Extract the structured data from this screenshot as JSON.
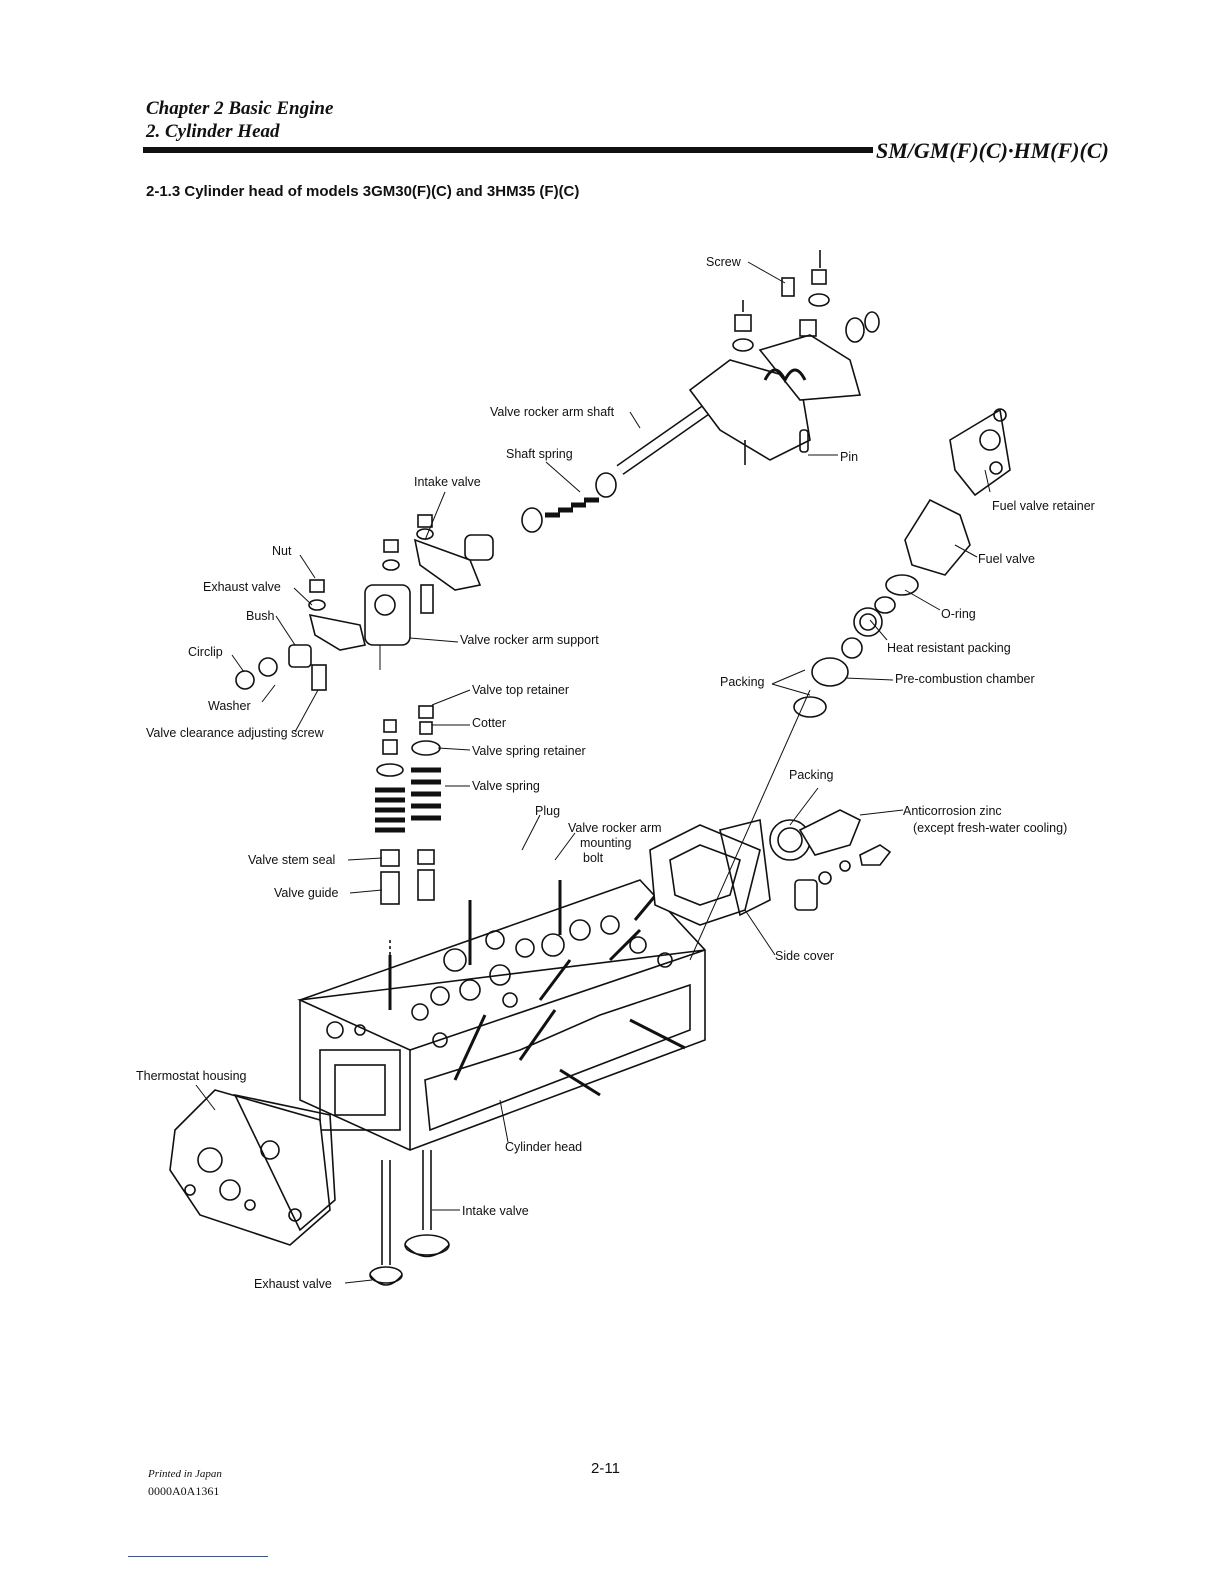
{
  "header": {
    "chapter": "Chapter 2 Basic Engine",
    "section": "2. Cylinder Head",
    "models": "SM/GM(F)(C)·HM(F)(C)"
  },
  "heading": "2-1.3 Cylinder head of models 3GM30(F)(C) and 3HM35 (F)(C)",
  "labels": {
    "screw": "Screw",
    "rocker_shaft": "Valve rocker arm shaft",
    "shaft_spring": "Shaft spring",
    "pin": "Pin",
    "intake_valve_top": "Intake valve",
    "nut": "Nut",
    "exhaust_valve_top": "Exhaust valve",
    "bush": "Bush",
    "circlip": "Circlip",
    "washer": "Washer",
    "adjusting_screw": "Valve clearance adjusting screw",
    "rocker_support": "Valve rocker arm support",
    "top_retainer": "Valve top retainer",
    "cotter": "Cotter",
    "spring_retainer": "Valve spring retainer",
    "valve_spring": "Valve spring",
    "plug": "Plug",
    "mounting_bolt_1": "Valve rocker arm",
    "mounting_bolt_2": "mounting",
    "mounting_bolt_3": "bolt",
    "stem_seal": "Valve stem seal",
    "valve_guide": "Valve guide",
    "fuel_valve_retainer": "Fuel valve retainer",
    "fuel_valve": "Fuel valve",
    "o_ring": "O-ring",
    "heat_packing": "Heat resistant packing",
    "packing_upper": "Packing",
    "pre_combustion": "Pre-combustion chamber",
    "packing_lower": "Packing",
    "zinc": "Anticorrosion zinc",
    "zinc_note": "(except fresh-water cooling)",
    "side_cover": "Side cover",
    "thermostat": "Thermostat housing",
    "cylinder_head": "Cylinder head",
    "intake_valve_bottom": "Intake valve",
    "exhaust_valve_bottom": "Exhaust valve"
  },
  "footer": {
    "printed": "Printed in Japan",
    "code": "0000A0A1361",
    "page": "2-11"
  }
}
